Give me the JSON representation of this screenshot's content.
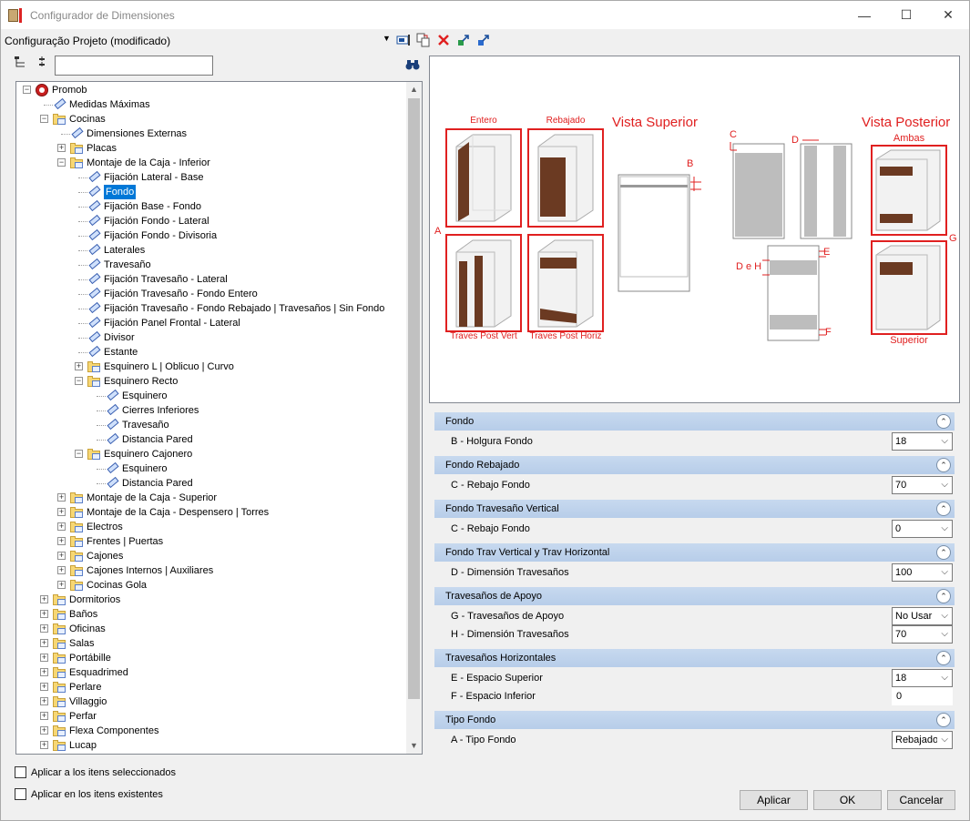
{
  "window": {
    "title": "Configurador de Dimensiones",
    "minimize": "—",
    "maximize": "☐",
    "close": "✕"
  },
  "config": {
    "label": "Configuração Projeto (modificado)",
    "arrow": "▼"
  },
  "search": {
    "value": "",
    "binoculars": "binoculars-icon"
  },
  "tree": {
    "nodes": [
      {
        "label": "Promob"
      },
      {
        "label": "Medidas Máximas"
      },
      {
        "label": "Cocinas"
      },
      {
        "label": "Dimensiones Externas"
      },
      {
        "label": "Placas"
      },
      {
        "label": "Montaje de la Caja - Inferior"
      },
      {
        "label": "Fijación Lateral - Base"
      },
      {
        "label": "Fondo"
      },
      {
        "label": "Fijación Base - Fondo"
      },
      {
        "label": "Fijación Fondo - Lateral"
      },
      {
        "label": "Fijación Fondo - Divisoria"
      },
      {
        "label": "Laterales"
      },
      {
        "label": "Travesaño"
      },
      {
        "label": "Fijación Travesaño - Lateral"
      },
      {
        "label": "Fijación Travesaño - Fondo Entero"
      },
      {
        "label": "Fijación Travesaño - Fondo Rebajado | Travesaños | Sin Fondo"
      },
      {
        "label": "Fijación Panel Frontal - Lateral"
      },
      {
        "label": "Divisor"
      },
      {
        "label": "Estante"
      },
      {
        "label": "Esquinero L | Oblicuo | Curvo"
      },
      {
        "label": "Esquinero Recto"
      },
      {
        "label": "Esquinero"
      },
      {
        "label": "Cierres Inferiores"
      },
      {
        "label": "Travesaño"
      },
      {
        "label": "Distancia Pared"
      },
      {
        "label": "Esquinero Cajonero"
      },
      {
        "label": "Esquinero"
      },
      {
        "label": "Distancia Pared"
      },
      {
        "label": "Montaje de la Caja - Superior"
      },
      {
        "label": "Montaje de la Caja - Despensero | Torres"
      },
      {
        "label": "Electros"
      },
      {
        "label": "Frentes | Puertas"
      },
      {
        "label": "Cajones"
      },
      {
        "label": "Cajones Internos | Auxiliares"
      },
      {
        "label": "Cocinas Gola"
      },
      {
        "label": "Dormitorios"
      },
      {
        "label": "Baños"
      },
      {
        "label": "Oficinas"
      },
      {
        "label": "Salas"
      },
      {
        "label": "Portábille"
      },
      {
        "label": "Esquadrimed"
      },
      {
        "label": "Perlare"
      },
      {
        "label": "Villaggio"
      },
      {
        "label": "Perfar"
      },
      {
        "label": "Flexa Componentes"
      },
      {
        "label": "Lucap"
      }
    ]
  },
  "preview": {
    "entero": "Entero",
    "rebajado": "Rebajado",
    "vista_superior": "Vista Superior",
    "vista_posterior": "Vista Posterior",
    "ambas": "Ambas",
    "superior": "Superior",
    "traves_post_vert": "Traves Post Vert",
    "traves_post_horiz": "Traves Post Horiz",
    "A": "A",
    "B": "B",
    "C": "C",
    "D": "D",
    "DeH": "D e H",
    "E": "E",
    "F": "F",
    "G": "G"
  },
  "props": {
    "sections": [
      {
        "title": "Fondo",
        "rows": [
          {
            "label": "B - Holgura Fondo",
            "value": "18"
          }
        ]
      },
      {
        "title": "Fondo Rebajado",
        "rows": [
          {
            "label": "C - Rebajo Fondo",
            "value": "70"
          }
        ]
      },
      {
        "title": "Fondo Travesaño Vertical",
        "rows": [
          {
            "label": "C - Rebajo Fondo",
            "value": "0"
          }
        ]
      },
      {
        "title": "Fondo Trav Vertical y Trav Horizontal",
        "rows": [
          {
            "label": "D - Dimensión Travesaños",
            "value": "100"
          }
        ]
      },
      {
        "title": "Travesaños de Apoyo",
        "rows": [
          {
            "label": "G - Travesaños de Apoyo",
            "value": "No Usar"
          },
          {
            "label": "H - Dimensión Travesaños",
            "value": "70"
          }
        ]
      },
      {
        "title": "Travesaños Horizontales",
        "rows": [
          {
            "label": "E - Espacio Superior",
            "value": "18"
          },
          {
            "label": "F - Espacio Inferior",
            "value": "0"
          }
        ]
      },
      {
        "title": "Tipo Fondo",
        "rows": [
          {
            "label": "A - Tipo Fondo",
            "value": "Rebajado"
          }
        ]
      }
    ]
  },
  "footer": {
    "chk_selected": "Aplicar a los itens seleccionados",
    "chk_existing": "Aplicar en los itens existentes",
    "apply": "Aplicar",
    "ok": "OK",
    "cancel": "Cancelar"
  },
  "colors": {
    "accent_red": "#e02020",
    "selection": "#0078d7",
    "section_bg": "#c7d9ef",
    "wood": "#6b3a22"
  }
}
